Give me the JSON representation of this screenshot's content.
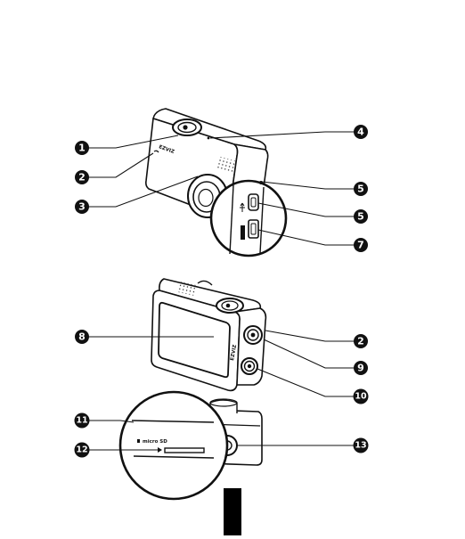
{
  "diagram": {
    "callouts": [
      {
        "id": "c1",
        "number": "1"
      },
      {
        "id": "c2a",
        "number": "2"
      },
      {
        "id": "c3",
        "number": "3"
      },
      {
        "id": "c4",
        "number": "4"
      },
      {
        "id": "c5a",
        "number": "5"
      },
      {
        "id": "c5b",
        "number": "5"
      },
      {
        "id": "c7",
        "number": "7"
      },
      {
        "id": "c8",
        "number": "8"
      },
      {
        "id": "c2b",
        "number": "2"
      },
      {
        "id": "c9",
        "number": "9"
      },
      {
        "id": "c10",
        "number": "10"
      },
      {
        "id": "c11",
        "number": "11"
      },
      {
        "id": "c12",
        "number": "12"
      },
      {
        "id": "c13",
        "number": "13"
      }
    ],
    "sd_slot_label": "micro SD",
    "brand_mark": "EZVIZ"
  },
  "colors": {
    "ink": "#111111",
    "background": "#ffffff",
    "page_tab": "#000000"
  }
}
